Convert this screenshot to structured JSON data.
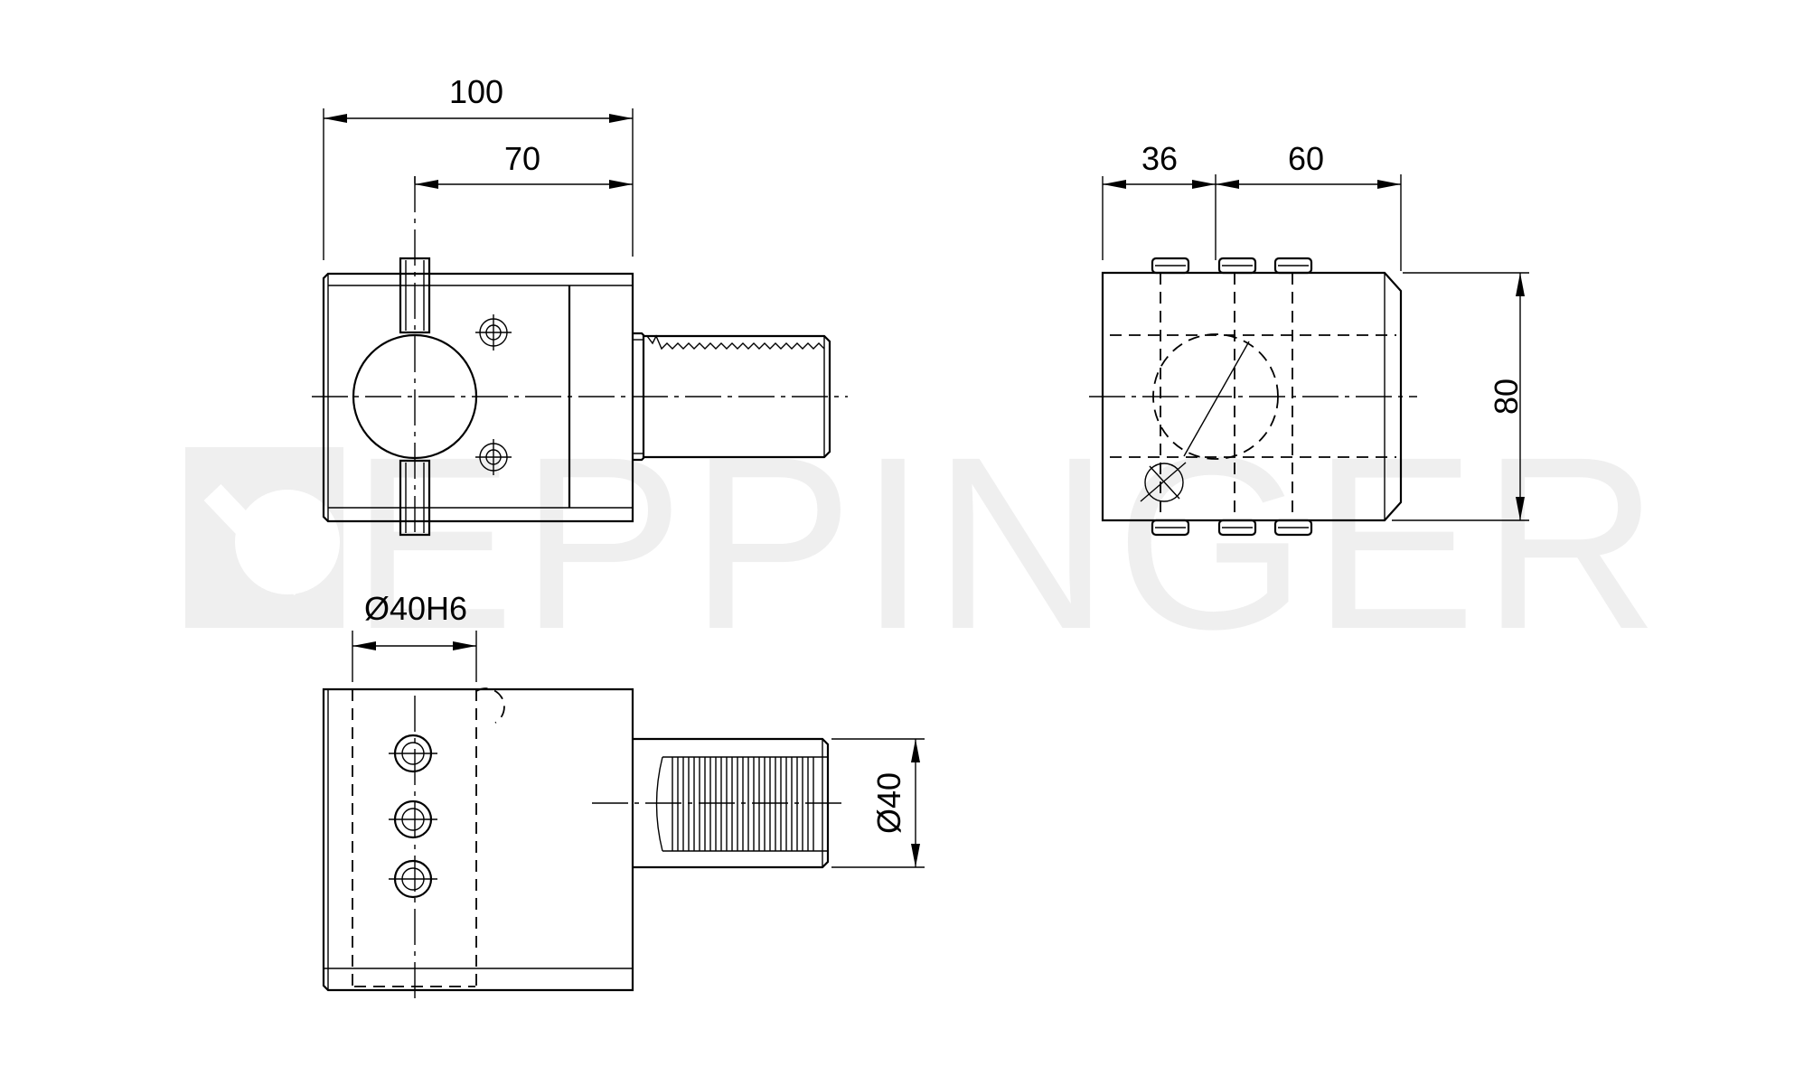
{
  "watermark": {
    "text": "EPPINGER"
  },
  "dimensions": {
    "overall_length": "100",
    "shank_length": "70",
    "width_a": "36",
    "width_b": "60",
    "height": "80",
    "bore_diameter": "Ø40H6",
    "shank_diameter": "Ø40"
  },
  "colors": {
    "line": "#000000",
    "watermark": "#efefef",
    "background": "#ffffff"
  }
}
